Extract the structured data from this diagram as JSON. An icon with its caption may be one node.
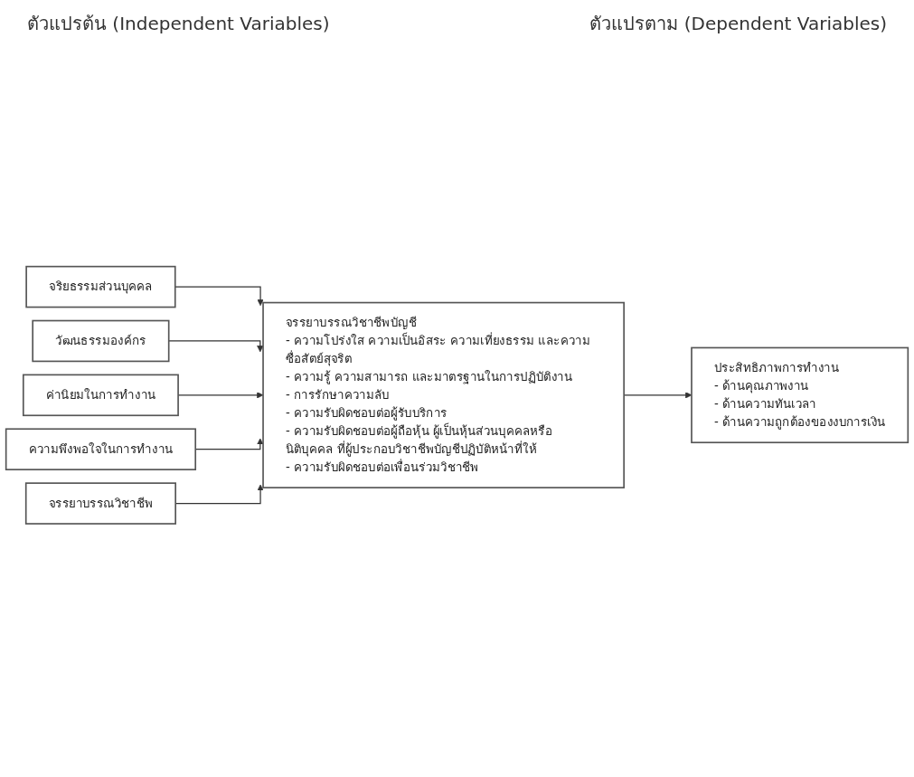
{
  "diagram": {
    "nodes": [
      {
        "text": [
          "จริยธรรมส่วนบุคคล"
        ]
      },
      {
        "text": [
          "วัฒนธรรมองค์กร"
        ]
      },
      {
        "text": [
          "ค่านิยมในการทำงาน"
        ]
      },
      {
        "text": [
          "ความพึงพอใจในการทำงาน"
        ]
      },
      {
        "text": [
          "จรรยาบรรณวิชาชีพ"
        ]
      },
      {
        "text": [
          "จรรยาบรรณวิชาชีพบัญชี",
          "- ความโปร่งใส ความเป็นอิสระ ความเที่ยงธรรม และความซื่อสัตย์สุจริต",
          "- ความรู้ ความสามารถ และมาตรฐานในการปฏิบัติงาน",
          "- การรักษาความลับ",
          "- ความรับผิดชอบต่อผู้รับบริการ",
          "- ความรับผิดชอบต่อผู้ถือหุ้น ผู้เป็นหุ้นส่วนบุคคลหรือนิติบุคคล ที่ผู้ประกอบวิชาชีพบัญชีปฏิบัติหน้าที่ให้",
          "- ความรับผิดชอบต่อเพื่อนร่วมวิชาชีพ"
        ]
      },
      {
        "text": [
          "ประสิทธิภาพการทำงาน",
          "- ด้านคุณภาพงาน",
          "- ด้านความทันเวลา",
          "- ด้านความถูกต้องของงบการเงิน"
        ]
      }
    ],
    "edges": [
      {
        "from": 0,
        "to": 5,
        "arrow": "to"
      },
      {
        "from": 1,
        "to": 5,
        "arrow": "to"
      },
      {
        "from": 2,
        "to": 5,
        "arrow": "to"
      },
      {
        "from": 3,
        "to": 5,
        "arrow": "to"
      },
      {
        "from": 4,
        "to": 5,
        "arrow": "to"
      },
      {
        "from": 5,
        "to": 6,
        "arrow": "to"
      }
    ],
    "labels": [
      "ตัวแปรต้น (Independent Variables)",
      "ตัวแปรตาม (Dependent Variables)"
    ]
  }
}
